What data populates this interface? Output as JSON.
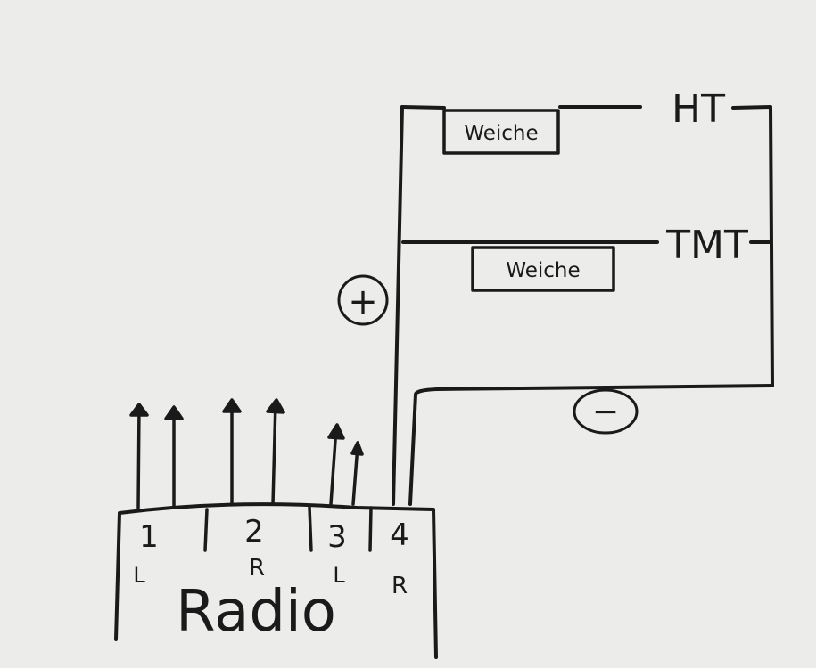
{
  "diagram": {
    "paper_color": "#ececea",
    "ink_color": "#1a1a1a",
    "tweeter_label": "HT",
    "midbass_label": "TMT",
    "crossover_top_label": "Weiche",
    "crossover_mid_label": "Weiche",
    "plus_symbol": "+",
    "minus_symbol": "−",
    "radio": {
      "label": "Radio",
      "channels": [
        {
          "number": "1",
          "side": "L"
        },
        {
          "number": "2",
          "side": "R"
        },
        {
          "number": "3",
          "side": "L"
        },
        {
          "number": "4",
          "side": "R"
        }
      ]
    }
  }
}
